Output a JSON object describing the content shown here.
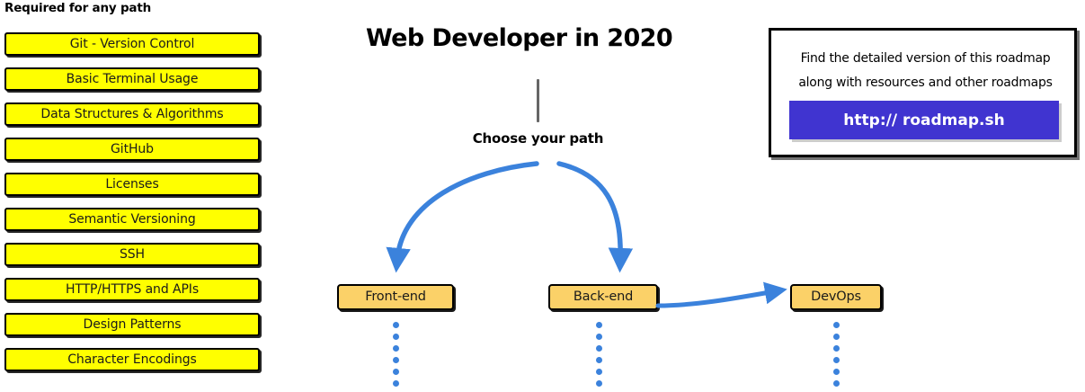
{
  "colors": {
    "required_box_fill": "#FFFF00",
    "path_box_fill": "#FBD168",
    "arrow_blue": "#3B82DC",
    "cta_button_blue": "#4034D0",
    "stem_gray": "#666666",
    "outline_black": "#000000"
  },
  "required_section": {
    "heading": "Required for any path",
    "items": [
      {
        "label": "Git - Version Control"
      },
      {
        "label": "Basic Terminal Usage"
      },
      {
        "label": "Data Structures & Algorithms"
      },
      {
        "label": "GitHub"
      },
      {
        "label": "Licenses"
      },
      {
        "label": "Semantic Versioning"
      },
      {
        "label": "SSH"
      },
      {
        "label": "HTTP/HTTPS and APIs"
      },
      {
        "label": "Design Patterns"
      },
      {
        "label": "Character Encodings"
      }
    ]
  },
  "center": {
    "title": "Web Developer in 2020",
    "choose_path_label": "Choose your path",
    "paths": [
      {
        "label": "Front-end"
      },
      {
        "label": "Back-end"
      },
      {
        "label": "DevOps"
      }
    ]
  },
  "info_panel": {
    "line_1": "Find the detailed version of this roadmap",
    "line_2": "along with resources and other roadmaps",
    "cta_label": "http:// roadmap.sh"
  },
  "dot_trails": {
    "dots_per_trail": 6
  }
}
